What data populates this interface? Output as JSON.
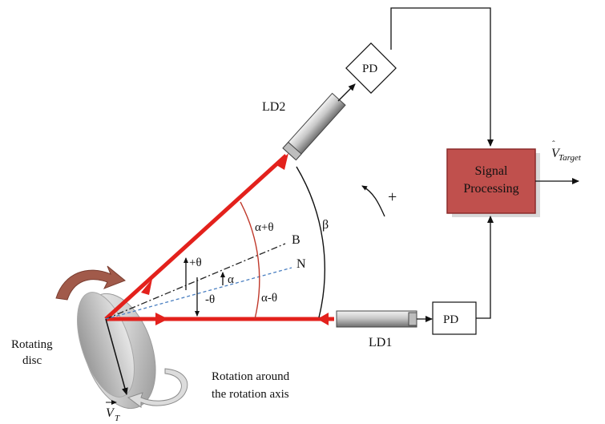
{
  "labels": {
    "ld2": "LD2",
    "ld1": "LD1",
    "pd_top": "PD",
    "pd_bottom": "PD",
    "signal_line1": "Signal",
    "signal_line2": "Processing",
    "v_target_main": "V",
    "v_target_sub": "Target",
    "plus_sign": "+",
    "beta": "β",
    "alpha_plus_theta": "α+θ",
    "alpha_minus_theta": "α-θ",
    "b_axis": "B",
    "n_axis": "N",
    "plus_theta": "+θ",
    "minus_theta": "-θ",
    "alpha": "α",
    "rotating_line1": "Rotating",
    "rotating_line2": "disc",
    "rotation_line1": "Rotation around",
    "rotation_line2": "the rotation axis",
    "v_t_main": "V",
    "v_t_sub": "T"
  },
  "colors": {
    "beam_red": "#e3211c",
    "signal_box": "#c0504d",
    "signal_border": "#8b2b2b",
    "angle_arc_red": "#c0392b",
    "normal_blue": "#4a7fc1"
  }
}
